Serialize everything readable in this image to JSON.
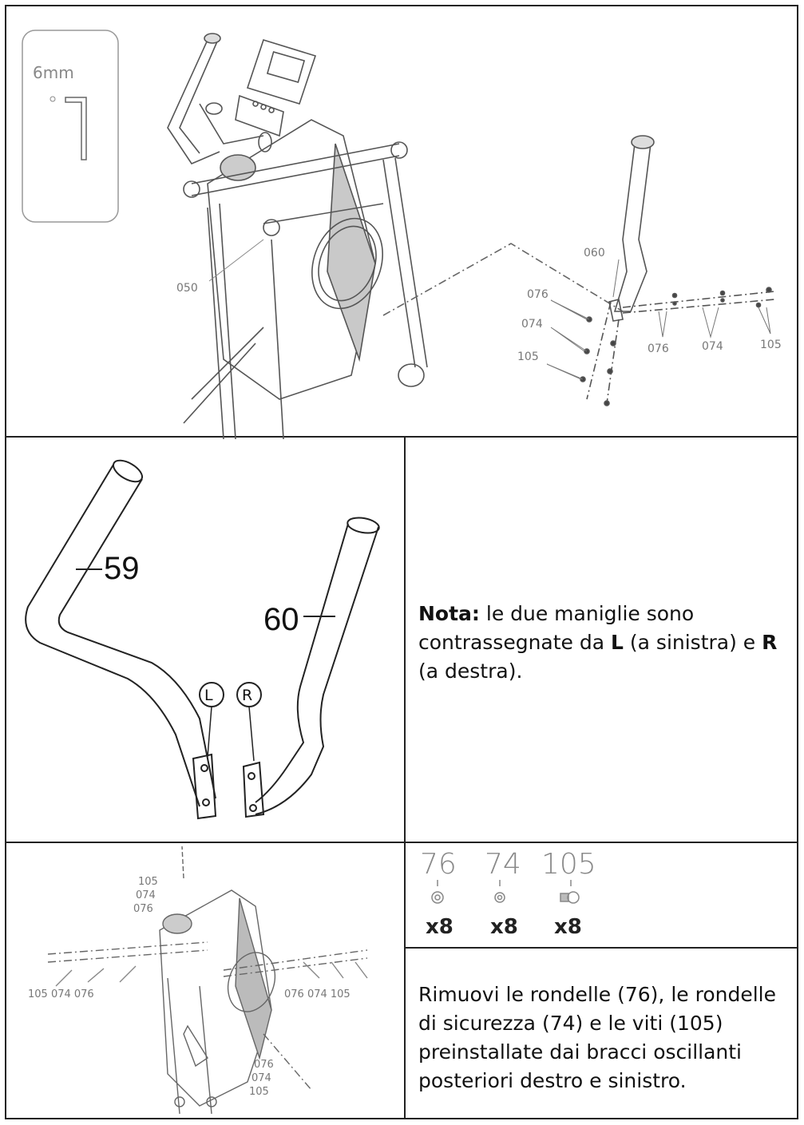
{
  "panel1": {
    "tool_label": "6mm",
    "part_labels": {
      "p050": "050",
      "p060": "060",
      "p076a": "076",
      "p074a": "074",
      "p105a": "105",
      "p076b": "076",
      "p074b": "074",
      "p105b": "105"
    }
  },
  "panel2": {
    "handle_left_num": "59",
    "handle_right_num": "60",
    "mark_left": "L",
    "mark_right": "R",
    "note_bold": "Nota:",
    "note_line1": " le due maniglie sono",
    "note_line2_a": "contrassegnate da ",
    "note_line2_L": "L",
    "note_line2_b": " (a sinistra) e ",
    "note_line2_R": "R",
    "note_line3": "(a destra)."
  },
  "panel3": {
    "labels_top": [
      "105",
      "074",
      "076"
    ],
    "labels_left": "105 074 076",
    "labels_right": "076 074 105",
    "labels_bottom": [
      "076",
      "074",
      "105"
    ],
    "hardware": [
      {
        "num": "76",
        "qty": "x8"
      },
      {
        "num": "74",
        "qty": "x8"
      },
      {
        "num": "105",
        "qty": "x8"
      }
    ],
    "instruction_lines": [
      "Rimuovi le rondelle (76), le rondelle",
      "di sicurezza (74) e le viti (105)",
      "preinstallate dai bracci oscillanti",
      "posteriori destro e sinistro."
    ]
  }
}
